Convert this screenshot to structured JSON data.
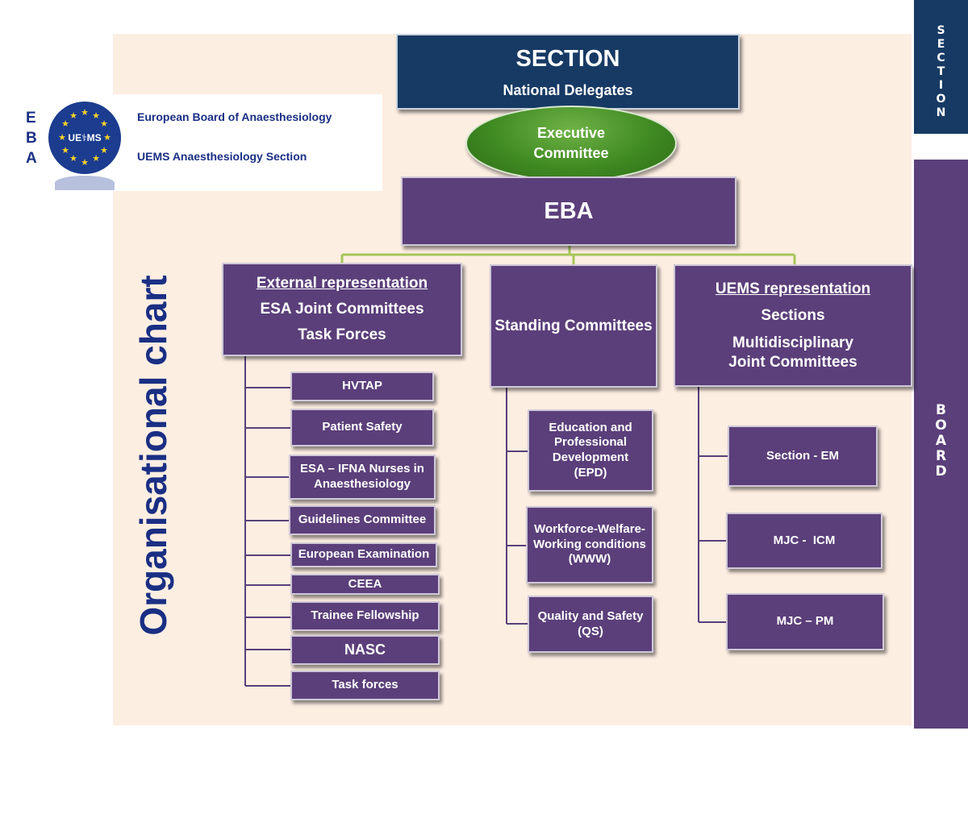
{
  "side": {
    "section_letters": [
      "S",
      "E",
      "C",
      "T",
      "I",
      "O",
      "N"
    ],
    "board_letters": [
      "B",
      "O",
      "A",
      "R",
      "D"
    ]
  },
  "logo": {
    "letters": [
      "E",
      "B",
      "A"
    ],
    "emblem_text": "UE⚕MS",
    "line1": "European Board of Anaesthesiology",
    "line2": "UEMS Anaesthesiology Section"
  },
  "title": "Organisational chart",
  "top": {
    "section_title": "SECTION",
    "section_subtitle": "National Delegates",
    "exec_line1": "Executive",
    "exec_line2": "Committee",
    "eba": "EBA"
  },
  "columns": {
    "external": {
      "heading": "External representation",
      "line1": "ESA Joint Committees",
      "line2": "Task Forces",
      "items": [
        "HVTAP",
        "Patient Safety",
        "ESA – IFNA Nurses in Anaesthesiology",
        "Guidelines Committee",
        "European Examination",
        "CEEA",
        "Trainee Fellowship",
        "NASC",
        "Task forces"
      ]
    },
    "standing": {
      "heading": "Standing Committees",
      "items": [
        "Education and Professional Development (EPD)",
        "Workforce-Welfare-Working conditions (WWW)",
        "Quality and Safety (QS)"
      ]
    },
    "uems": {
      "heading": "UEMS representation",
      "line1": "Sections",
      "line2": "Multidisciplinary",
      "line3": "Joint Committees",
      "items": [
        "Section - EM",
        "MJC -  ICM",
        "MJC – PM"
      ]
    }
  },
  "colors": {
    "purple": "#5b3f7a",
    "navy": "#173a64",
    "green": "#3f8a22",
    "connector_green": "#a5c65a",
    "connector_purple": "#5b3f7a",
    "title_blue": "#1a2f84",
    "background": "#fdeee2"
  }
}
